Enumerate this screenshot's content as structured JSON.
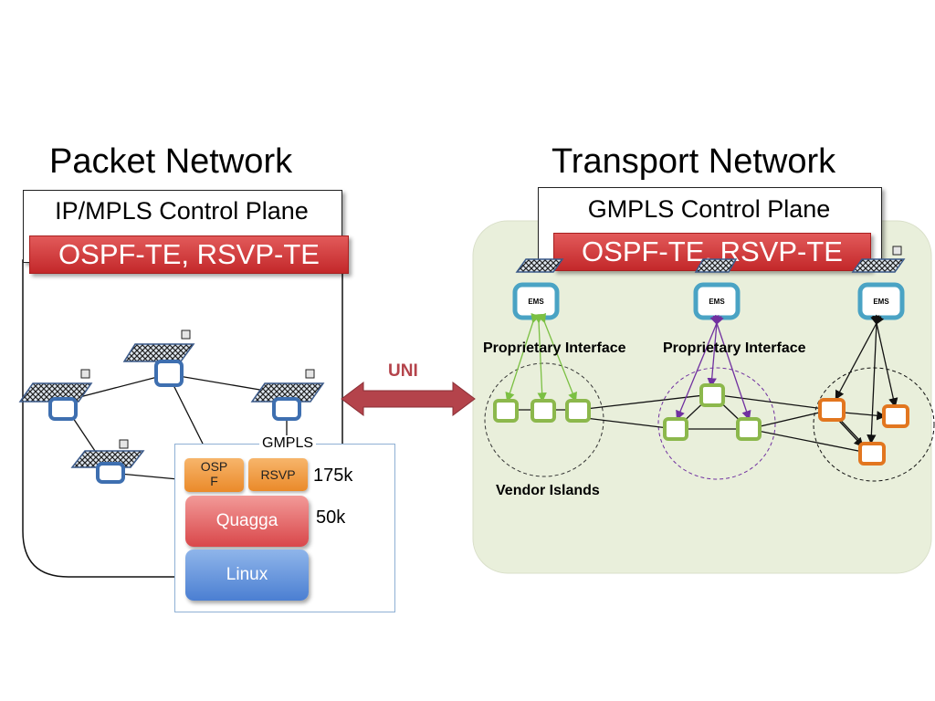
{
  "packet": {
    "title": "Packet Network",
    "control_plane": "IP/MPLS Control Plane",
    "protocols": "OSPF-TE, RSVP-TE"
  },
  "transport": {
    "title": "Transport Network",
    "control_plane": "GMPLS Control Plane",
    "protocols": "OSPF-TE, RSVP-TE",
    "ems_labels": [
      "EMS",
      "EMS",
      "EMS"
    ],
    "proprietary_labels": [
      "Proprietary Interface",
      "Proprietary Interface"
    ],
    "vendor_islands": "Vendor Islands"
  },
  "uni": {
    "label": "UNI",
    "color": "#b4434b"
  },
  "stack": {
    "title": "GMPLS",
    "ospf": "OSP\nF",
    "rsvp": "RSVP",
    "rsvp_loc": "175k",
    "quagga": "Quagga",
    "quagga_loc": "50k",
    "linux": "Linux"
  },
  "colors": {
    "router_blue": "#3e6fb0",
    "ems_teal": "#4aa3c4",
    "switch_green": "#8cb84c",
    "switch_orange": "#e2761f",
    "transport_bg": "#eaf0dc",
    "green_arrow": "#7bc043",
    "purple_arrow": "#7030a0"
  }
}
